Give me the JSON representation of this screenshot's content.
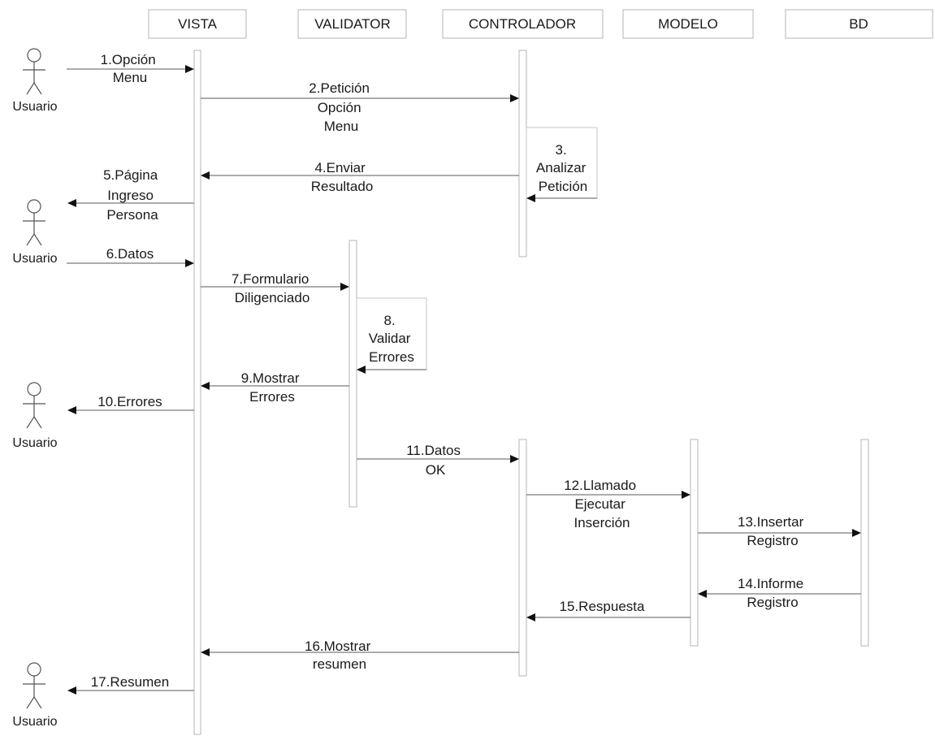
{
  "participants": [
    {
      "id": "vista",
      "label": "VISTA"
    },
    {
      "id": "validator",
      "label": "VALIDATOR"
    },
    {
      "id": "controlador",
      "label": "CONTROLADOR"
    },
    {
      "id": "modelo",
      "label": "MODELO"
    },
    {
      "id": "bd",
      "label": "BD"
    }
  ],
  "actors": [
    {
      "id": "usuario-1",
      "label": "Usuario"
    },
    {
      "id": "usuario-2",
      "label": "Usuario"
    },
    {
      "id": "usuario-3",
      "label": "Usuario"
    },
    {
      "id": "usuario-4",
      "label": "Usuario"
    }
  ],
  "messages": [
    {
      "id": "m1",
      "from": "usuario-1",
      "to": "vista",
      "lines": [
        "1.Opción",
        "Menu"
      ]
    },
    {
      "id": "m2",
      "from": "vista",
      "to": "controlador",
      "lines": [
        "2.Petición",
        "Opción",
        "Menu"
      ]
    },
    {
      "id": "m3",
      "from": "controlador",
      "to": "controlador",
      "self": true,
      "lines": [
        "3.",
        "Analizar",
        "Petición"
      ]
    },
    {
      "id": "m4",
      "from": "controlador",
      "to": "vista",
      "lines": [
        "4.Enviar",
        "Resultado"
      ]
    },
    {
      "id": "m5",
      "from": "vista",
      "to": "usuario-2",
      "lines": [
        "5.Página",
        "Ingreso",
        "Persona"
      ]
    },
    {
      "id": "m6",
      "from": "usuario-2",
      "to": "vista",
      "lines": [
        "6.Datos"
      ]
    },
    {
      "id": "m7",
      "from": "vista",
      "to": "validator",
      "lines": [
        "7.Formulario",
        "Diligenciado"
      ]
    },
    {
      "id": "m8",
      "from": "validator",
      "to": "validator",
      "self": true,
      "lines": [
        "8.",
        "Validar",
        "Errores"
      ]
    },
    {
      "id": "m9",
      "from": "validator",
      "to": "vista",
      "lines": [
        "9.Mostrar",
        "Errores"
      ]
    },
    {
      "id": "m10",
      "from": "vista",
      "to": "usuario-3",
      "lines": [
        "10.Errores"
      ]
    },
    {
      "id": "m11",
      "from": "validator",
      "to": "controlador",
      "lines": [
        "11.Datos",
        "OK"
      ]
    },
    {
      "id": "m12",
      "from": "controlador",
      "to": "modelo",
      "lines": [
        "12.Llamado",
        "Ejecutar",
        "Inserción"
      ]
    },
    {
      "id": "m13",
      "from": "modelo",
      "to": "bd",
      "lines": [
        "13.Insertar",
        "Registro"
      ]
    },
    {
      "id": "m14",
      "from": "bd",
      "to": "modelo",
      "lines": [
        "14.Informe",
        "Registro"
      ]
    },
    {
      "id": "m15",
      "from": "modelo",
      "to": "controlador",
      "lines": [
        "15.Respuesta"
      ]
    },
    {
      "id": "m16",
      "from": "controlador",
      "to": "vista",
      "lines": [
        "16.Mostrar",
        "resumen"
      ]
    },
    {
      "id": "m17",
      "from": "vista",
      "to": "usuario-4",
      "lines": [
        "17.Resumen"
      ]
    }
  ]
}
